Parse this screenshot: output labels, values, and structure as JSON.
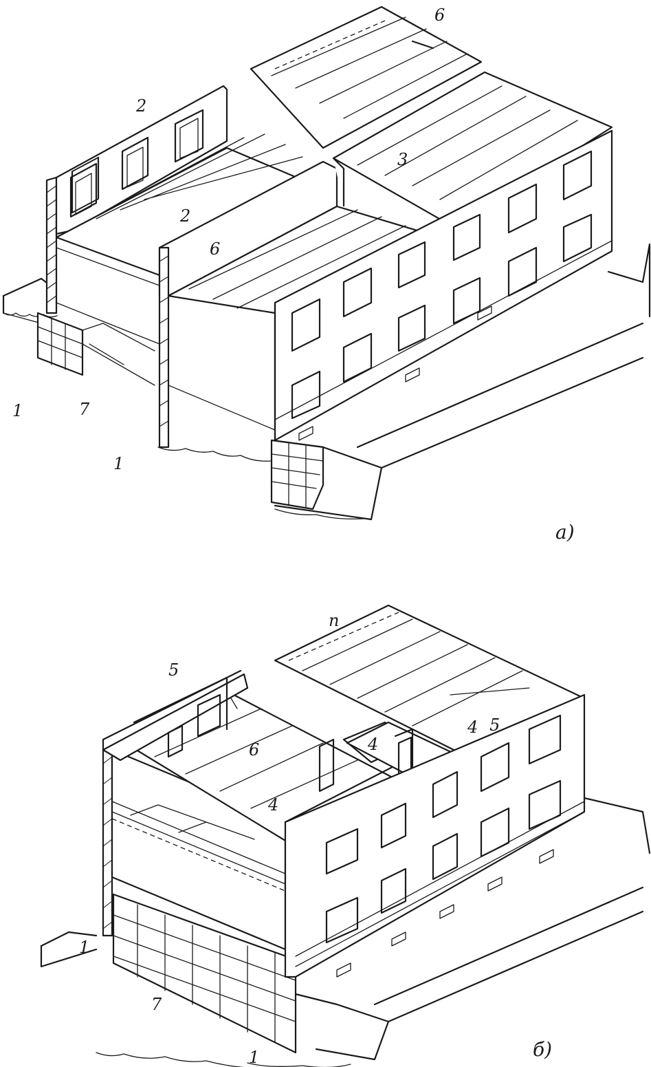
{
  "figure_a": {
    "caption": "а)",
    "callouts": {
      "foundation_left": "1",
      "foundation_center": "1",
      "wall_top": "2",
      "floor_panel": "2",
      "interior_slab": "3",
      "partition": "6",
      "roof_slab": "6",
      "basement": "7"
    }
  },
  "figure_b": {
    "caption": "б)",
    "callouts": {
      "foundation_left": "1",
      "foundation_bottom": "1",
      "wall_top": "5",
      "roof_panel": "5",
      "partition": "6",
      "floor_slab_a": "4",
      "floor_slab_b": "4",
      "floor_slab_c": "4",
      "roof_top": "п",
      "basement": "7"
    }
  }
}
